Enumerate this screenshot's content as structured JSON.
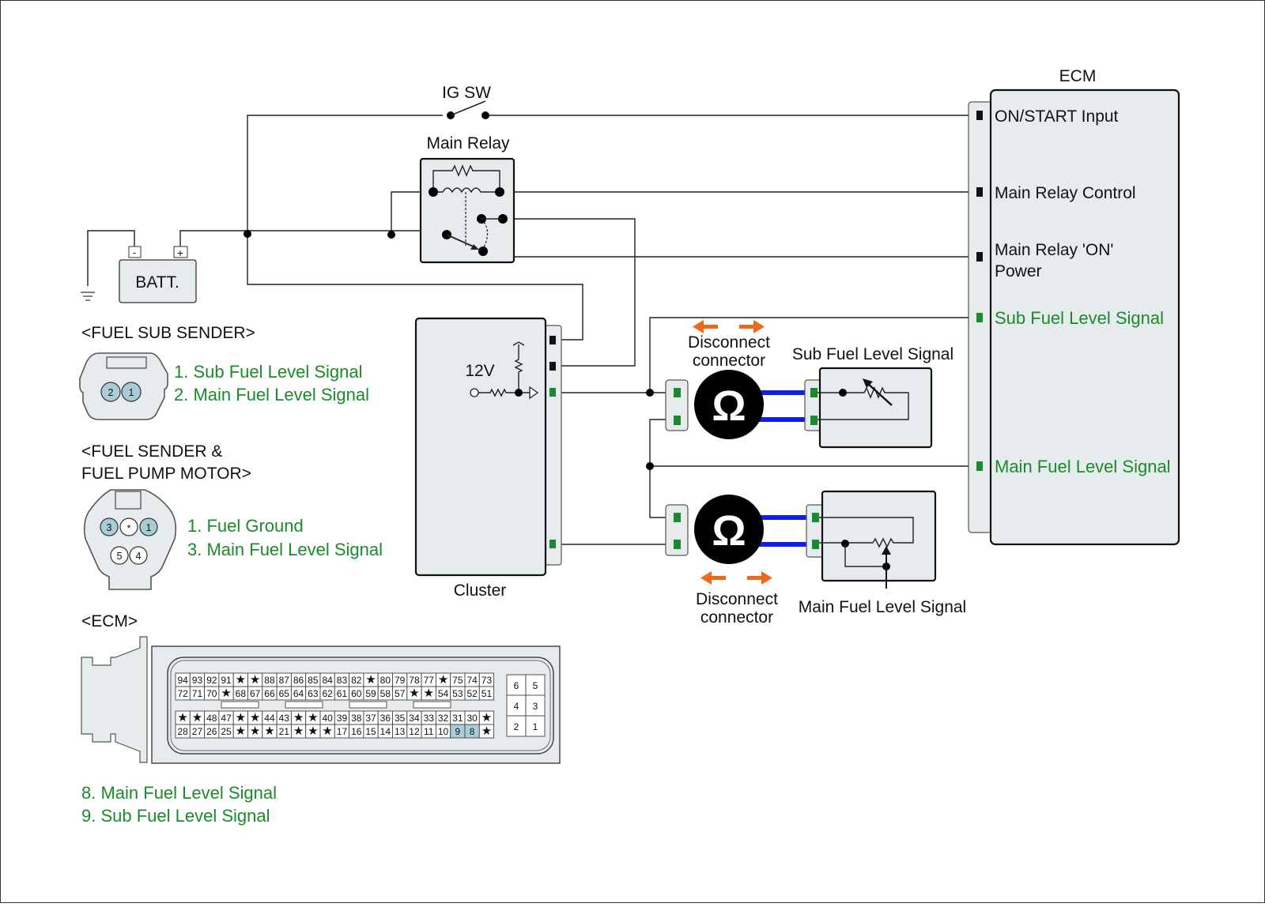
{
  "colors": {
    "signal_green": "#1a8a2a",
    "pin_green": "#1b8a2e",
    "pin_black": "#111111",
    "harness_blue": "#1020e0",
    "arrow_orange": "#ee6a1a",
    "component_fill": "#e6ecee",
    "highlight_pin": "#a9cdd8"
  },
  "components": {
    "ig_switch": "IG SW",
    "main_relay": "Main Relay",
    "battery": "BATT.",
    "battery_neg": "-",
    "battery_pos": "+",
    "cluster": "Cluster",
    "cluster_voltage": "12V",
    "ecm": "ECM"
  },
  "ecm_pins": [
    {
      "label": "ON/START Input",
      "signal": false
    },
    {
      "label": "Main Relay Control",
      "signal": false
    },
    {
      "label": "Main Relay 'ON'",
      "label2": "Power",
      "signal": false
    },
    {
      "label": "Sub Fuel Level Signal",
      "signal": true
    },
    {
      "label": "Main Fuel Level Signal",
      "signal": true
    }
  ],
  "senders": {
    "sub": {
      "title": "Sub Fuel Level Signal"
    },
    "main": {
      "title": "Main Fuel Level Signal"
    }
  },
  "disconnect": {
    "top": {
      "line1": "Disconnect",
      "line2": "connector"
    },
    "bottom": {
      "line1": "Disconnect",
      "line2": "connector"
    },
    "ohm_symbol": "Ω"
  },
  "fuel_sub_sender": {
    "title": "<FUEL SUB SENDER>",
    "pins": [
      "2",
      "1"
    ],
    "legend": [
      "1. Sub Fuel Level Signal",
      "2. Main Fuel Level Signal"
    ]
  },
  "fuel_sender_pump": {
    "title1": "<FUEL SENDER &",
    "title2": "FUEL PUMP MOTOR>",
    "pins_top": [
      "3",
      "*",
      "1"
    ],
    "pins_bottom": [
      "5",
      "4"
    ],
    "legend": [
      "1. Fuel Ground",
      "3. Main Fuel Level Signal"
    ]
  },
  "ecm_connector": {
    "title": "<ECM>",
    "row1": [
      "94",
      "93",
      "92",
      "91",
      "*",
      "*",
      "88",
      "87",
      "86",
      "85",
      "84",
      "83",
      "82",
      "*",
      "80",
      "79",
      "78",
      "77",
      "*",
      "75",
      "74",
      "73"
    ],
    "row2": [
      "72",
      "71",
      "70",
      "*",
      "68",
      "67",
      "66",
      "65",
      "64",
      "63",
      "62",
      "61",
      "60",
      "59",
      "58",
      "57",
      "*",
      "*",
      "54",
      "53",
      "52",
      "51"
    ],
    "row3": [
      "*",
      "*",
      "48",
      "47",
      "*",
      "*",
      "44",
      "43",
      "*",
      "*",
      "40",
      "39",
      "38",
      "37",
      "36",
      "35",
      "34",
      "33",
      "32",
      "31",
      "30",
      "*"
    ],
    "row4": [
      "28",
      "27",
      "26",
      "25",
      "*",
      "*",
      "*",
      "21",
      "*",
      "*",
      "*",
      "17",
      "16",
      "15",
      "14",
      "13",
      "12",
      "11",
      "10",
      "9",
      "8",
      "*"
    ],
    "highlighted": [
      "9",
      "8"
    ],
    "small_block": [
      [
        "6",
        "5"
      ],
      [
        "4",
        "3"
      ],
      [
        "2",
        "1"
      ]
    ],
    "legend": [
      "8. Main Fuel Level Signal",
      "9. Sub Fuel Level Signal"
    ]
  }
}
